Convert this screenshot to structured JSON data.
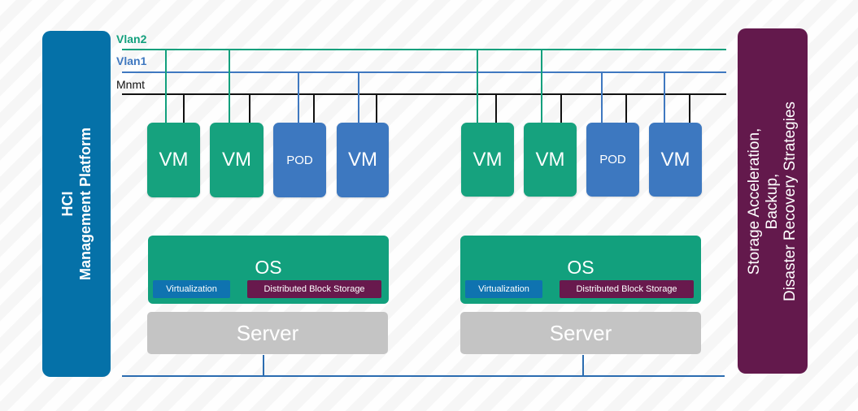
{
  "left_panel": {
    "line1": "HCI",
    "line2": "Management Platform"
  },
  "right_panel": {
    "line1": "Storage Acceleration,",
    "line2": "Backup,",
    "line3": "Disaster Recovery Strategies"
  },
  "networks": {
    "vlan2": "Vlan2",
    "vlan1": "Vlan1",
    "mnmt": "Mnmt"
  },
  "colors": {
    "vlan2": "#12a07d",
    "vlan1": "#3f78c0",
    "mnmt": "#111111",
    "vm": "#16a27e",
    "pod": "#3d78c0",
    "os": "#12a07d",
    "virtualization": "#0f73b0",
    "storage": "#68194d",
    "server": "#c4c4c4",
    "left_panel": "#0571a8",
    "right_panel": "#63194c"
  },
  "nodes": [
    {
      "workloads": [
        {
          "label": "VM",
          "kind": "vm"
        },
        {
          "label": "VM",
          "kind": "vm"
        },
        {
          "label": "POD",
          "kind": "pod"
        },
        {
          "label": "VM",
          "kind": "vmb"
        }
      ],
      "os": {
        "title": "OS",
        "virtualization": "Virtualization",
        "storage": "Distributed Block Storage"
      },
      "server": "Server"
    },
    {
      "workloads": [
        {
          "label": "VM",
          "kind": "vm"
        },
        {
          "label": "VM",
          "kind": "vm"
        },
        {
          "label": "POD",
          "kind": "pod"
        },
        {
          "label": "VM",
          "kind": "vmb"
        }
      ],
      "os": {
        "title": "OS",
        "virtualization": "Virtualization",
        "storage": "Distributed Block Storage"
      },
      "server": "Server"
    }
  ]
}
